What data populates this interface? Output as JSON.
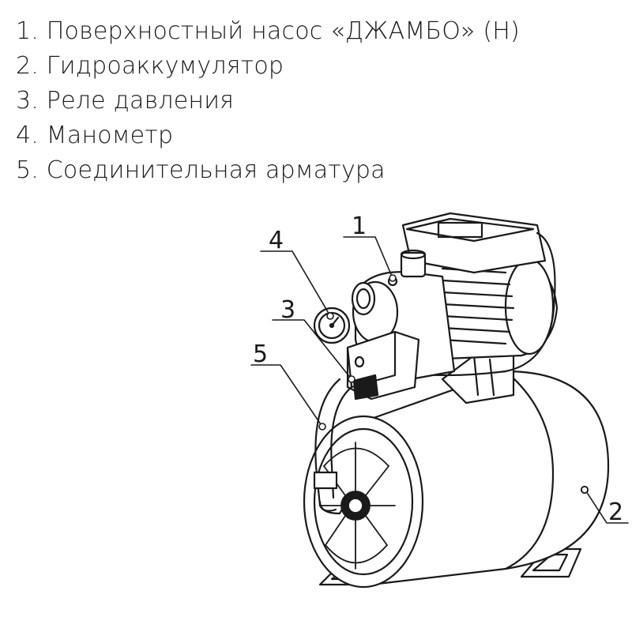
{
  "legend": [
    {
      "number": "1.",
      "label": "Поверхностный насос «ДЖАМБО» (Н)"
    },
    {
      "number": "2.",
      "label": "Гидроаккумулятор"
    },
    {
      "number": "3.",
      "label": "Реле давления"
    },
    {
      "number": "4.",
      "label": "Манометр"
    },
    {
      "number": "5.",
      "label": "Соединительная арматура"
    }
  ],
  "callouts": [
    "1",
    "2",
    "3",
    "4",
    "5"
  ]
}
